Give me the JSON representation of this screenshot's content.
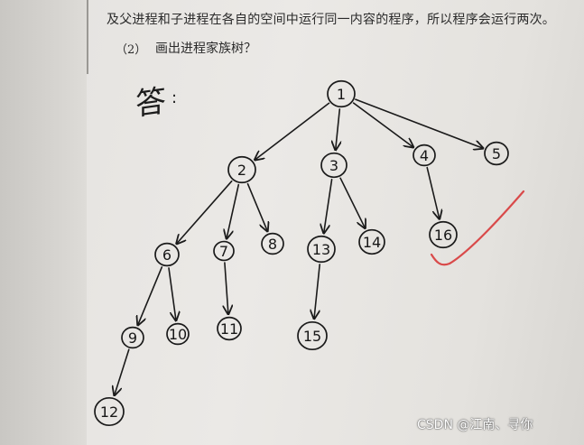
{
  "printed": {
    "line1": "及父进程和子进程在各自的空间中运行同一内容的程序，所以程序会运行两次。",
    "question_number": "（2）",
    "question_text": "画出进程家族树？"
  },
  "handwriting": {
    "answer_label": "答",
    "answer_colon": ":"
  },
  "tree": {
    "nodes": [
      "1",
      "2",
      "3",
      "4",
      "5",
      "6",
      "7",
      "8",
      "13",
      "14",
      "16",
      "9",
      "10",
      "11",
      "15",
      "12"
    ],
    "edges": [
      [
        "1",
        "2"
      ],
      [
        "1",
        "3"
      ],
      [
        "1",
        "4"
      ],
      [
        "1",
        "5"
      ],
      [
        "2",
        "6"
      ],
      [
        "2",
        "7"
      ],
      [
        "2",
        "8"
      ],
      [
        "3",
        "13"
      ],
      [
        "3",
        "14"
      ],
      [
        "4",
        "16"
      ],
      [
        "6",
        "9"
      ],
      [
        "6",
        "10"
      ],
      [
        "7",
        "11"
      ],
      [
        "13",
        "15"
      ],
      [
        "9",
        "12"
      ]
    ],
    "ink_color": "#1a1a1a",
    "check_mark_color": "#d94a4a"
  },
  "watermark": "CSDN @江南、寻你"
}
